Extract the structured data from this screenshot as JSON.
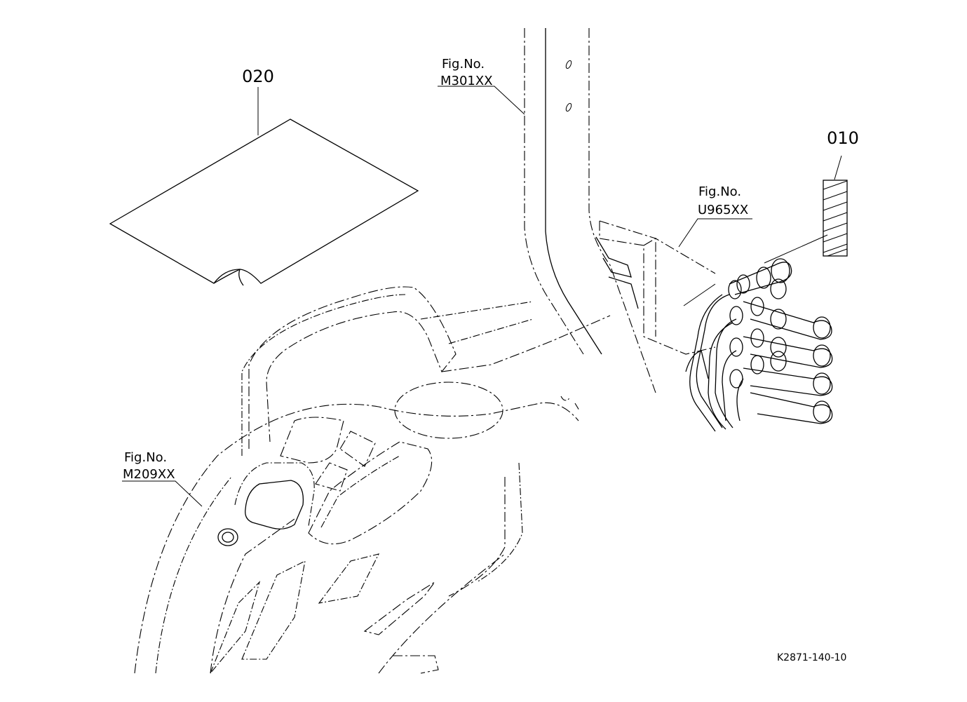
{
  "labels": {
    "part_020": "020",
    "part_010": "010",
    "fig_m301_title": "Fig.No.",
    "fig_m301_code": "M301XX",
    "fig_u965_title": "Fig.No.",
    "fig_u965_code": "U965XX",
    "fig_m209_title": "Fig.No.",
    "fig_m209_code": "M209XX",
    "drawing_number": "K2871-140-10"
  }
}
